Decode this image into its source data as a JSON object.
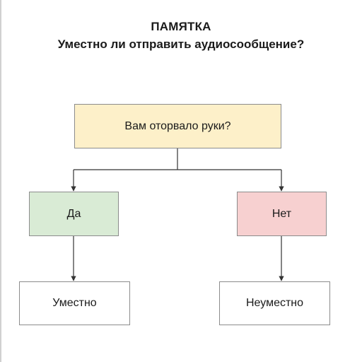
{
  "header": {
    "title": "ПАМЯТКА",
    "subtitle": "Уместно ли отправить аудиосообщение?"
  },
  "nodes": {
    "question": {
      "label": "Вам оторвало руки?",
      "fill": "#fdf0c9"
    },
    "yes": {
      "label": "Да",
      "fill": "#d9ebd5"
    },
    "no": {
      "label": "Нет",
      "fill": "#f7d0d0"
    },
    "appropriate": {
      "label": "Уместно",
      "fill": "#ffffff"
    },
    "inappropriate": {
      "label": "Неуместно",
      "fill": "#ffffff"
    }
  },
  "colors": {
    "line": "#333333",
    "border": "#8c8c8c"
  }
}
